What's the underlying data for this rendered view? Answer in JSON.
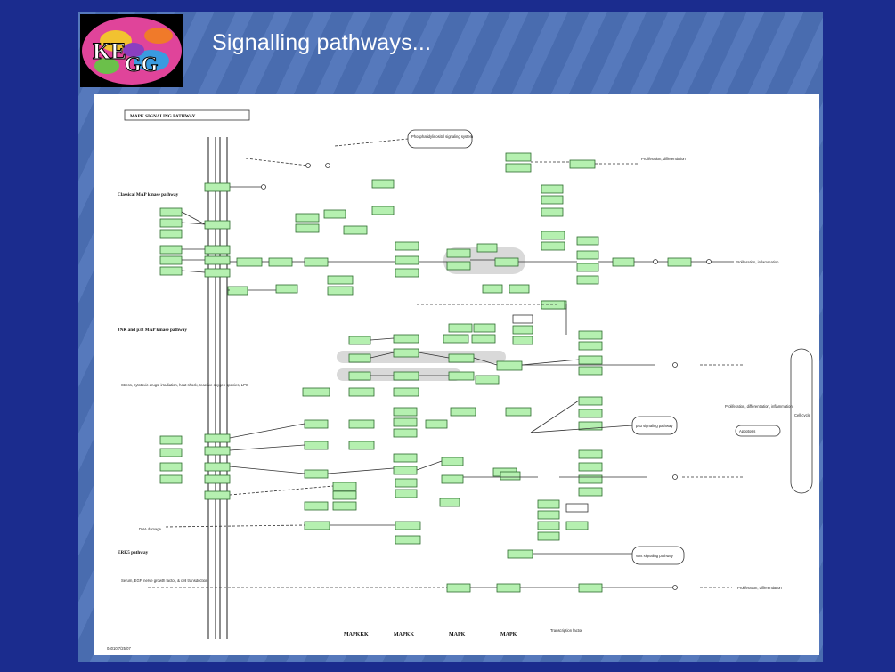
{
  "slide": {
    "title": "Signalling pathways...",
    "logo_text": "KEGG"
  },
  "diagram": {
    "title": "MAPK SIGNALING PATHWAY",
    "section_labels": [
      "Classical MAP kinase pathway",
      "JNK and p38 MAP kinase pathway",
      "ERK5 pathway"
    ],
    "column_labels": [
      "MAPKKK",
      "MAPKK",
      "MAPK",
      "MAPK",
      "Transcription factor"
    ],
    "stimuli": [
      "Stress, cytotoxic drugs, irradiation, heat shock, reactive oxygen species, LPS",
      "DNA damage",
      "Serum, EGF, nerve growth factor, & cell transduction"
    ],
    "outcomes": [
      "Proliferation, differentiation",
      "Proliferation, inflammation",
      "Proliferation, differentiation, inflammation",
      "Apoptosis",
      "Cell cycle",
      "p53 signaling pathway",
      "Wnt signaling pathway",
      "Phosphatidylinositol signaling system",
      "Proliferation, differentiation"
    ],
    "footer_code": "04010 7/25/07"
  }
}
